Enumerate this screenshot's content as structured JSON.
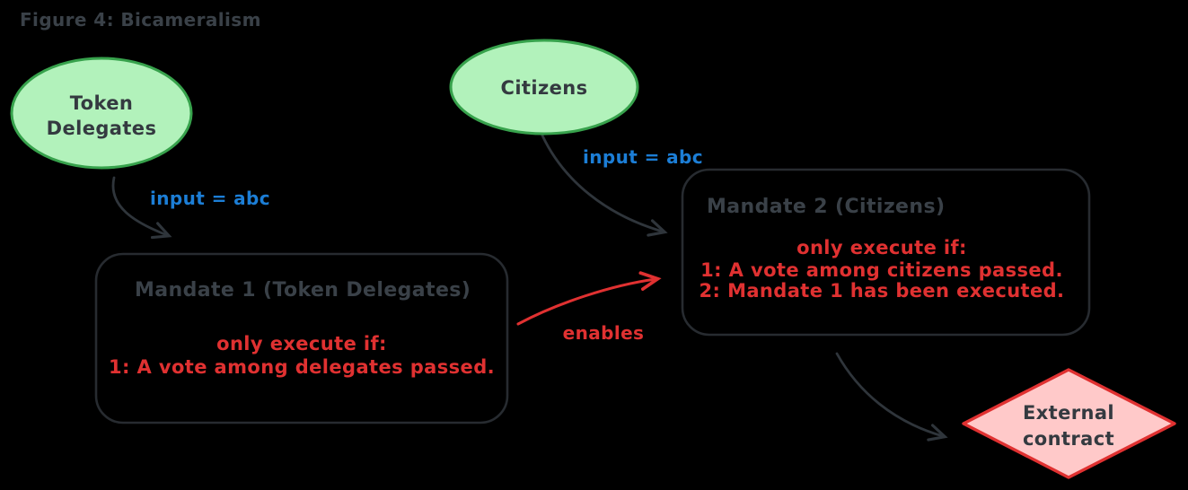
{
  "figure_title": "Figure 4: Bicameralism",
  "colors": {
    "background": "#000000",
    "node_green_fill": "#b2f2bb",
    "node_green_stroke": "#37a24c",
    "diamond_fill": "#ffc9c9",
    "diamond_stroke": "#e03131",
    "red_text": "#e03131",
    "blue_text": "#1c7ed6",
    "gray_text": "#3a4148",
    "dark_text": "#343a40",
    "box_outline": "#272b30",
    "arrow_ink": "#2f353b"
  },
  "nodes": {
    "token_delegates": {
      "line1": "Token",
      "line2": "Delegates"
    },
    "citizens": {
      "label": "Citizens"
    },
    "mandate1": {
      "title": "Mandate 1 (Token Delegates)",
      "header": "only execute if:",
      "conditions": [
        "1: A vote among delegates passed."
      ]
    },
    "mandate2": {
      "title": "Mandate 2 (Citizens)",
      "header": "only execute if:",
      "conditions": [
        "1: A vote among citizens passed.",
        "2: Mandate 1 has been executed."
      ]
    },
    "external_contract": {
      "line1": "External",
      "line2": "contract"
    }
  },
  "edges": {
    "token_delegates_to_mandate1": {
      "label": "input = abc"
    },
    "citizens_to_mandate2": {
      "label": "input = abc"
    },
    "mandate1_to_mandate2": {
      "label": "enables"
    }
  }
}
